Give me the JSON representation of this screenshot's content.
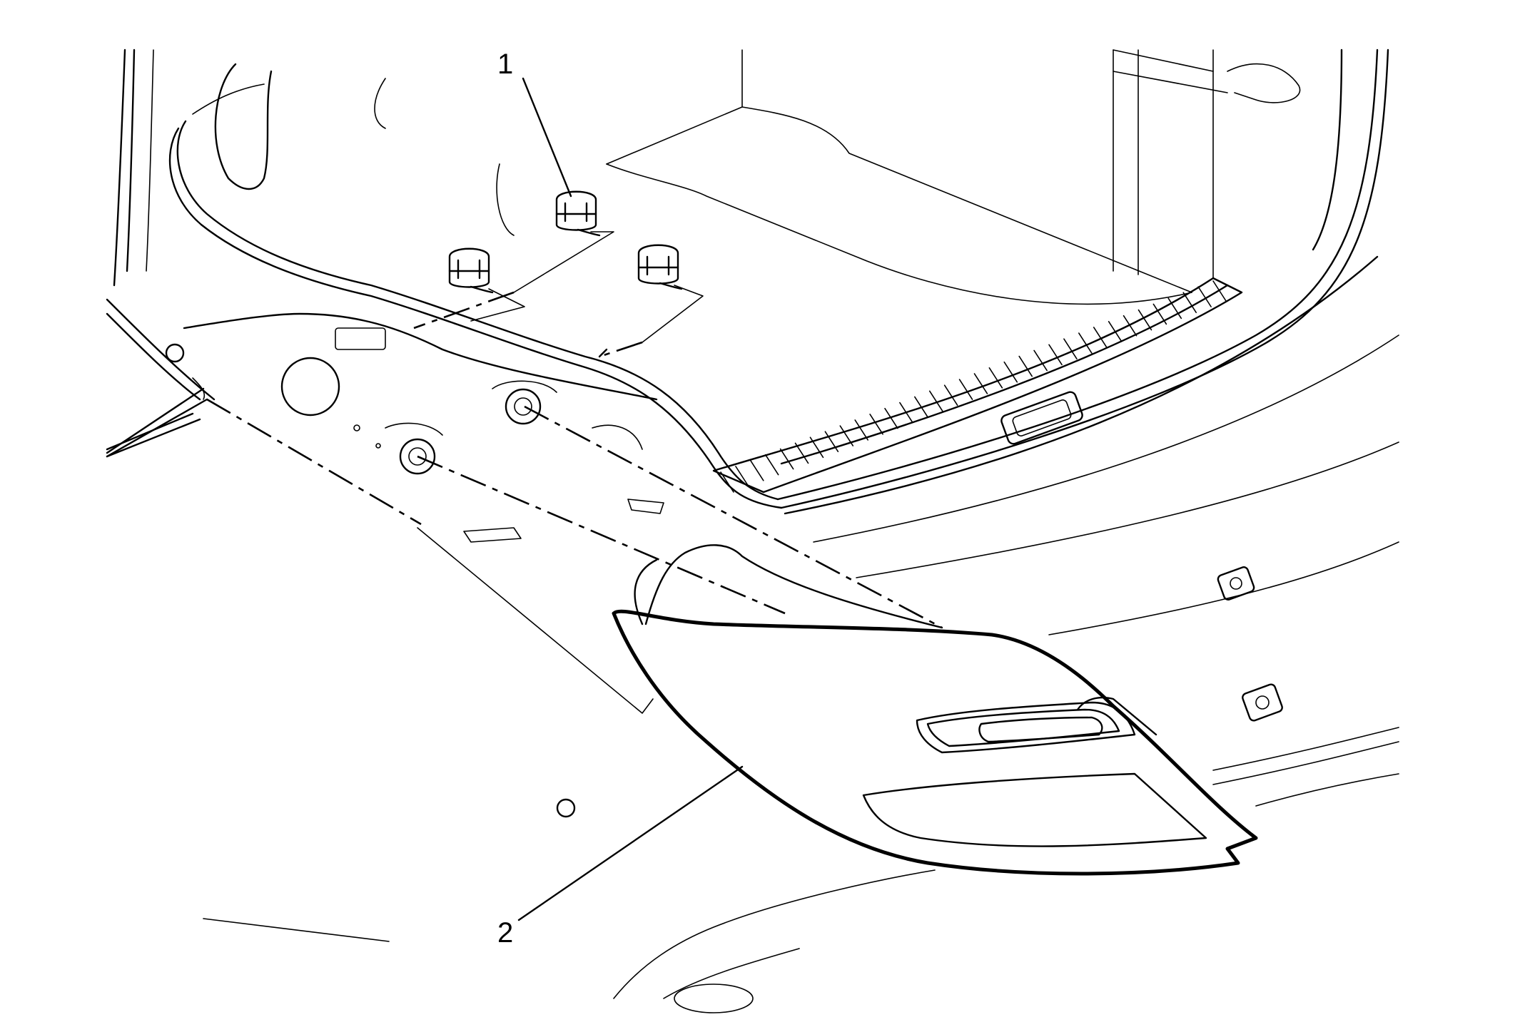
{
  "diagram": {
    "callouts": [
      {
        "id": "1",
        "label": "1",
        "part": "tail-lamp-retainer-clips"
      },
      {
        "id": "2",
        "label": "2",
        "part": "tail-lamp-assembly"
      }
    ]
  }
}
